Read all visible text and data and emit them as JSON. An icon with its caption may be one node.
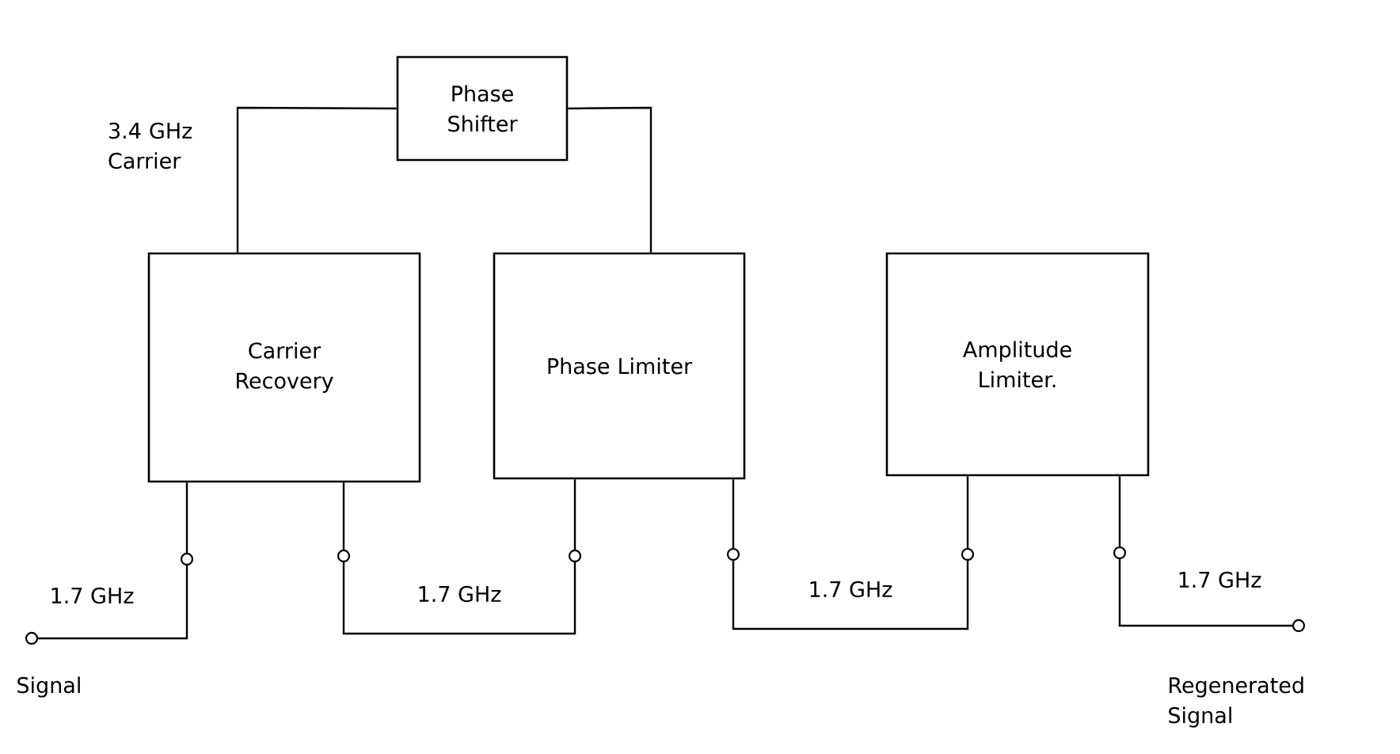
{
  "diagram": {
    "nodes": [
      {
        "text": [
          "Phase Shifter"
        ]
      },
      {
        "text": [
          "Carrier Recovery"
        ]
      },
      {
        "text": [
          "Phase Limiter"
        ]
      },
      {
        "text": [
          "Amplitude Limiter."
        ]
      },
      {
        "text": [
          "Signal"
        ]
      },
      {
        "text": [
          "Regenerated Signal"
        ]
      }
    ],
    "edges": [
      {
        "from": 1,
        "to": 0,
        "arrow": "none",
        "label": "3.4 GHz Carrier"
      },
      {
        "from": 0,
        "to": 2,
        "arrow": "none"
      },
      {
        "from": 4,
        "to": 1,
        "arrow": "other",
        "label": "1.7 GHz"
      },
      {
        "from": 1,
        "to": 2,
        "arrow": "none",
        "label": "1.7 GHz"
      },
      {
        "from": 2,
        "to": 3,
        "arrow": "none",
        "label": "1.7 GHz"
      },
      {
        "from": 3,
        "to": 5,
        "arrow": "other",
        "label": "1.7 GHz"
      }
    ]
  }
}
